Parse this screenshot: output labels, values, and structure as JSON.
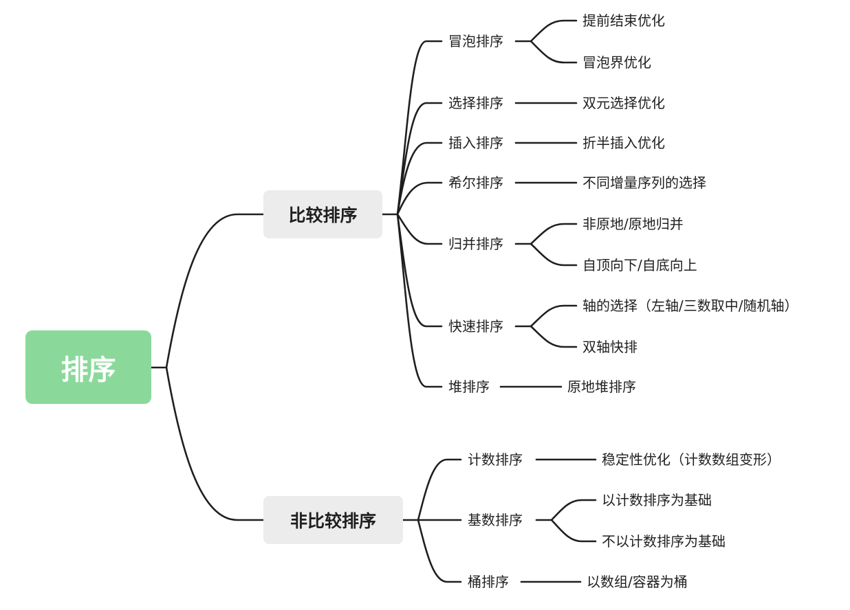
{
  "root": "排序",
  "comparison": {
    "label": "比较排序",
    "algorithms": [
      {
        "name": "冒泡排序",
        "optimizations": [
          "提前结束优化",
          "冒泡界优化"
        ]
      },
      {
        "name": "选择排序",
        "optimizations": [
          "双元选择优化"
        ]
      },
      {
        "name": "插入排序",
        "optimizations": [
          "折半插入优化"
        ]
      },
      {
        "name": "希尔排序",
        "optimizations": [
          "不同增量序列的选择"
        ]
      },
      {
        "name": "归并排序",
        "optimizations": [
          "非原地/原地归并",
          "自顶向下/自底向上"
        ]
      },
      {
        "name": "快速排序",
        "optimizations": [
          "轴的选择（左轴/三数取中/随机轴）",
          "双轴快排"
        ]
      },
      {
        "name": "堆排序",
        "optimizations": [
          "原地堆排序"
        ]
      }
    ]
  },
  "non_comparison": {
    "label": "非比较排序",
    "algorithms": [
      {
        "name": "计数排序",
        "optimizations": [
          "稳定性优化（计数数组变形）"
        ]
      },
      {
        "name": "基数排序",
        "optimizations": [
          "以计数排序为基础",
          "不以计数排序为基础"
        ]
      },
      {
        "name": "桶排序",
        "optimizations": [
          "以数组/容器为桶"
        ]
      }
    ]
  }
}
